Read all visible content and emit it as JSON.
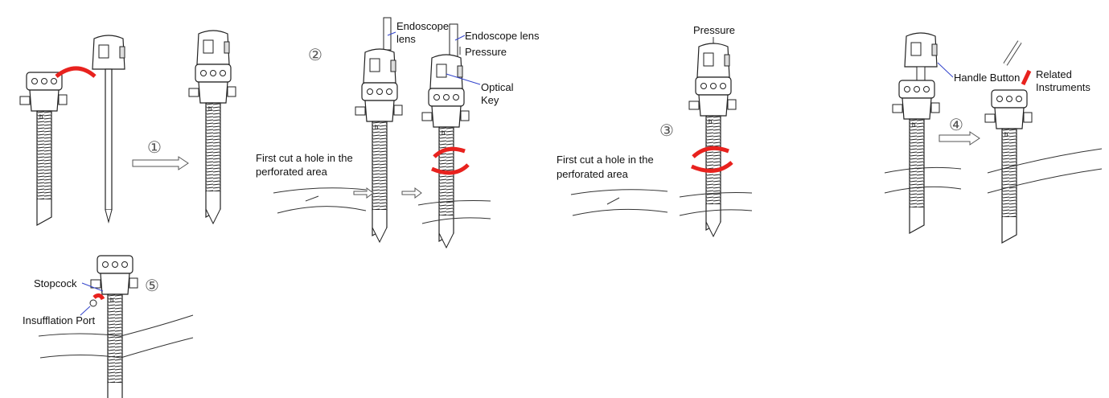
{
  "steps": {
    "s1": "①",
    "s2": "②",
    "s3": "③",
    "s4": "④",
    "s5": "⑤"
  },
  "step2": {
    "endoscope_lens_a_1": "Endoscope",
    "endoscope_lens_a_2": "lens",
    "endoscope_lens_b": "Endoscope lens",
    "pressure": "Pressure",
    "optical_1": "Optical",
    "optical_2": "Key",
    "cut_1": "First cut a hole in the",
    "cut_2": "perforated area"
  },
  "step3": {
    "pressure": "Pressure",
    "cut_1": "First cut a hole in the",
    "cut_2": "perforated area"
  },
  "step4": {
    "handle_button": "Handle Button",
    "related_1": "Related",
    "related_2": "Instruments"
  },
  "step5": {
    "stopcock": "Stopcock",
    "insufflation_port": "Insufflation Port"
  },
  "colors": {
    "rotation_arrow": "#e8221e",
    "leader_line": "#3344cc"
  }
}
